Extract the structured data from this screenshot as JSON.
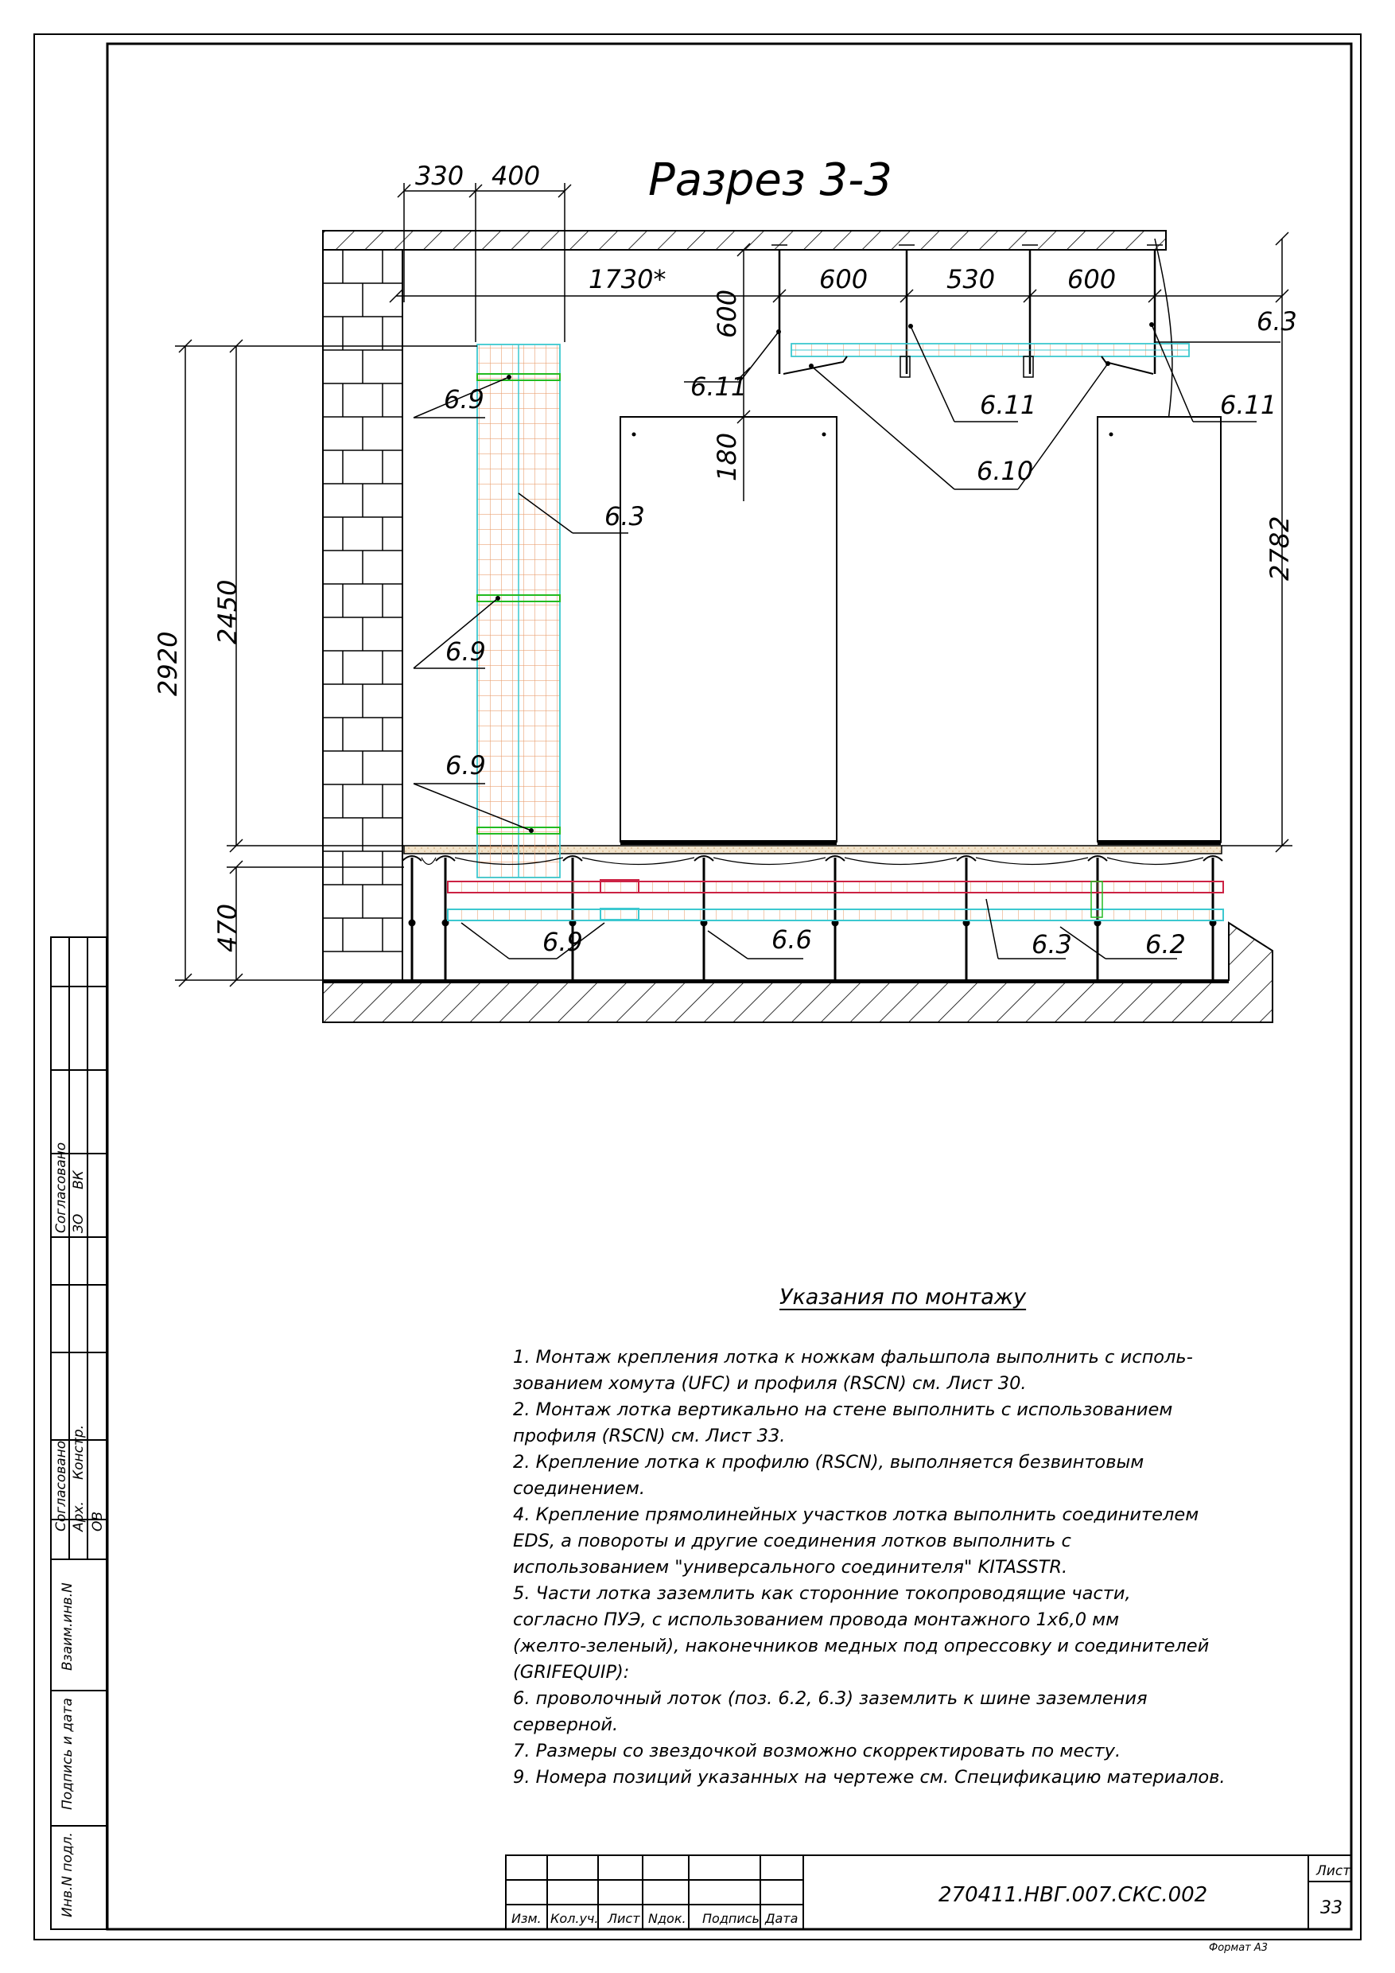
{
  "drawing": {
    "title": "Разрез 3-3",
    "dimensions": {
      "d330": "330",
      "d400": "400",
      "d1730": "1730*",
      "d600a": "600",
      "d530": "530",
      "d600b": "600",
      "d600v": "600",
      "d180": "180",
      "d2920": "2920",
      "d2450": "2450",
      "d2782": "2782",
      "d470": "470"
    },
    "callouts": {
      "c63_top_right": "6.3",
      "c611_left": "6.11",
      "c611_mid": "6.11",
      "c611_right": "6.11",
      "c610": "6.10",
      "c69_top": "6.9",
      "c63_wall": "6.3",
      "c69_mid": "6.9",
      "c69_low": "6.9",
      "c69_floor": "6.9",
      "c66": "6.6",
      "c63_floor": "6.3",
      "c62": "6.2"
    }
  },
  "notes": {
    "title": "Указания по монтажу",
    "text": "1. Монтаж крепления лотка к ножкам фальшпола выполнить с исполь-\nзованием хомута  (UFC) и профиля (RSCN) см. Лист 30.\n2. Монтаж лотка вертикально на стене выполнить с использованием\nпрофиля (RSCN) см. Лист 33.\n2. Крепление лотка к профилю (RSCN), выполняется безвинтовым\nсоединением.\n4. Крепление прямолинейных участков лотка выполнить соединителем\nEDS, а повороты и другие соединения лотков выполнить с\nиспользованием \"универсального соединителя\" KITASSTR.\n5. Части лотка заземлить как сторонние токопроводящие части,\nсогласно ПУЭ, с использованием провода монтажного 1х6,0 мм\n(желто-зеленый), наконечников медных под опрессовку и соединителей\n(GRIFEQUIP):\n6. проволочный лоток (поз. 6.2, 6.3) заземлить к шине заземления\nсерверной.\n7. Размеры со звездочкой возможно скорректировать по месту.\n9. Номера позиций указанных на чертеже см. Спецификацию материалов."
  },
  "side_stamp": {
    "agreed_top": "Согласовано",
    "zo": "ЗО",
    "vk": "ВК",
    "agreed_mid": "Согласовано",
    "arch": "Арх.",
    "konstr": "Констр.",
    "ov": "ОВ",
    "vzam": "Взаим.инв.N",
    "podpis": "Подпись и дата",
    "inv": "Инв.N подл."
  },
  "title_block": {
    "code": "270411.НВГ.007.СКС.002",
    "list_label": "Лист",
    "list_number": "33",
    "format": "Формат А3",
    "columns": [
      "Изм.",
      "Кол.уч.",
      "Лист",
      "Nдок.",
      "Подпись",
      "Дата"
    ]
  },
  "colors": {
    "ink": "#000000",
    "tray_orange": "#e8a070",
    "tray_cyan": "#3cc8d0",
    "bracket_green": "#22bb22",
    "tray_red": "#cc2244",
    "floor_fill": "#f2e4cc"
  }
}
